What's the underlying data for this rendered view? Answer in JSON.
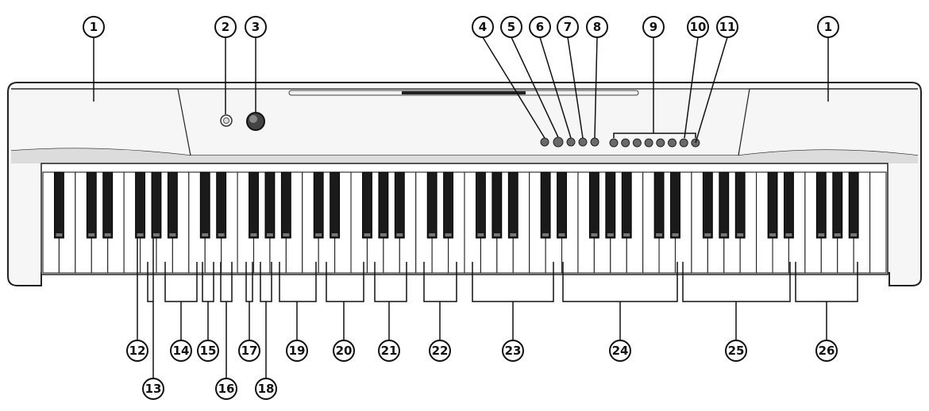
{
  "callouts": {
    "top": [
      "1",
      "2",
      "3",
      "4",
      "5",
      "6",
      "7",
      "8",
      "9",
      "10",
      "11",
      "1"
    ],
    "bottom": [
      "12",
      "13",
      "14",
      "15",
      "16",
      "17",
      "18",
      "19",
      "20",
      "21",
      "22",
      "23",
      "24",
      "25",
      "26"
    ]
  },
  "keyboard": {
    "white_key_count": 52,
    "colors": {
      "body_fill": "#f4f4f4",
      "outline": "#222222",
      "black_key": "#1a1a1a",
      "white_key": "#ffffff",
      "shadow": "#c8c8c8"
    }
  },
  "panel": {
    "button_groups": [
      {
        "name": "function-buttons",
        "count": 5
      },
      {
        "name": "tone-buttons",
        "count": 8
      }
    ]
  }
}
